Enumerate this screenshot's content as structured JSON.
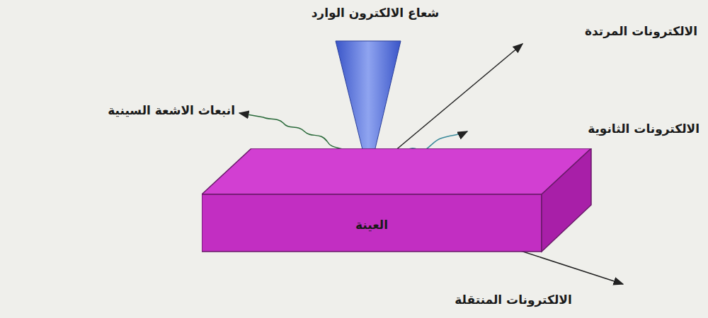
{
  "diagram": {
    "nodes": [
      {
        "text": [
          "العينة"
        ]
      }
    ],
    "labels": [
      "شعاع الالكترون الوارد",
      "الالكترونات المرتدة",
      "انبعاث الاشعة السينية",
      "الالكترونات الثانوية",
      "الالكترونات المنتقلة"
    ]
  }
}
